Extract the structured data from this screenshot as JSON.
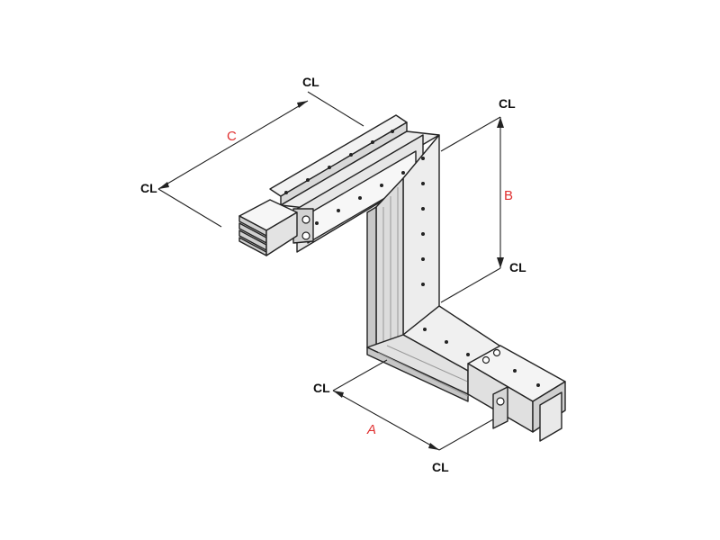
{
  "diagram": {
    "dimensions": {
      "a": "A",
      "b": "B",
      "c": "C"
    },
    "centerline_symbol": "CL",
    "colors": {
      "line": "#222222",
      "dimension_text": "#e03030",
      "metal_light": "#f4f4f4",
      "metal_mid": "#d9d9d9",
      "metal_dark": "#9a9a9a"
    }
  }
}
